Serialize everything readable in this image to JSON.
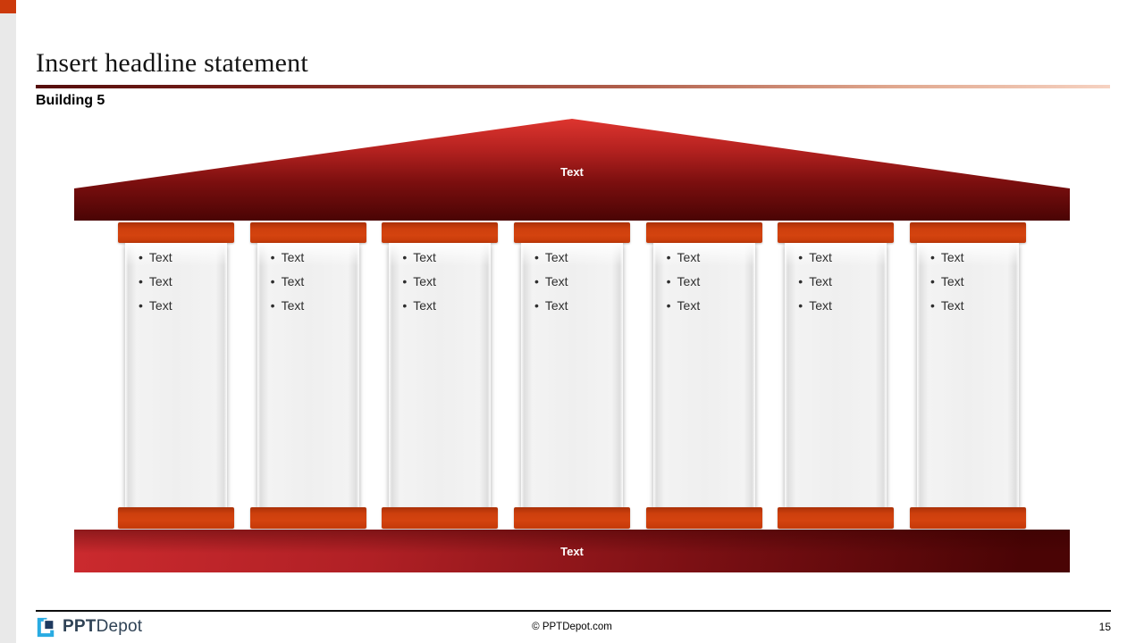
{
  "slide": {
    "title": "Insert headline statement",
    "subtitle": "Building 5",
    "page_number": "15"
  },
  "diagram": {
    "roof_label": "Text",
    "base_label": "Text",
    "bullet_glyph": "•",
    "columns": [
      {
        "items": [
          "Text",
          "Text",
          "Text"
        ]
      },
      {
        "items": [
          "Text",
          "Text",
          "Text"
        ]
      },
      {
        "items": [
          "Text",
          "Text",
          "Text"
        ]
      },
      {
        "items": [
          "Text",
          "Text",
          "Text"
        ]
      },
      {
        "items": [
          "Text",
          "Text",
          "Text"
        ]
      },
      {
        "items": [
          "Text",
          "Text",
          "Text"
        ]
      },
      {
        "items": [
          "Text",
          "Text",
          "Text"
        ]
      }
    ]
  },
  "footer": {
    "brand_bold": "PPT",
    "brand_regular": "Depot",
    "copyright": "© PPTDepot.com"
  },
  "colors": {
    "accent_orange": "#cc3d0e",
    "roof_red_bright": "#d9312d",
    "roof_red_dark": "#4a0404",
    "base_red_bright": "#cb2a2e",
    "base_red_dark": "#4a0405",
    "rule_gradient_dark": "#550e0c",
    "rule_gradient_light": "#f6d2c1",
    "brand_cyan": "#29abe2",
    "brand_navy": "#1f3a5f"
  }
}
